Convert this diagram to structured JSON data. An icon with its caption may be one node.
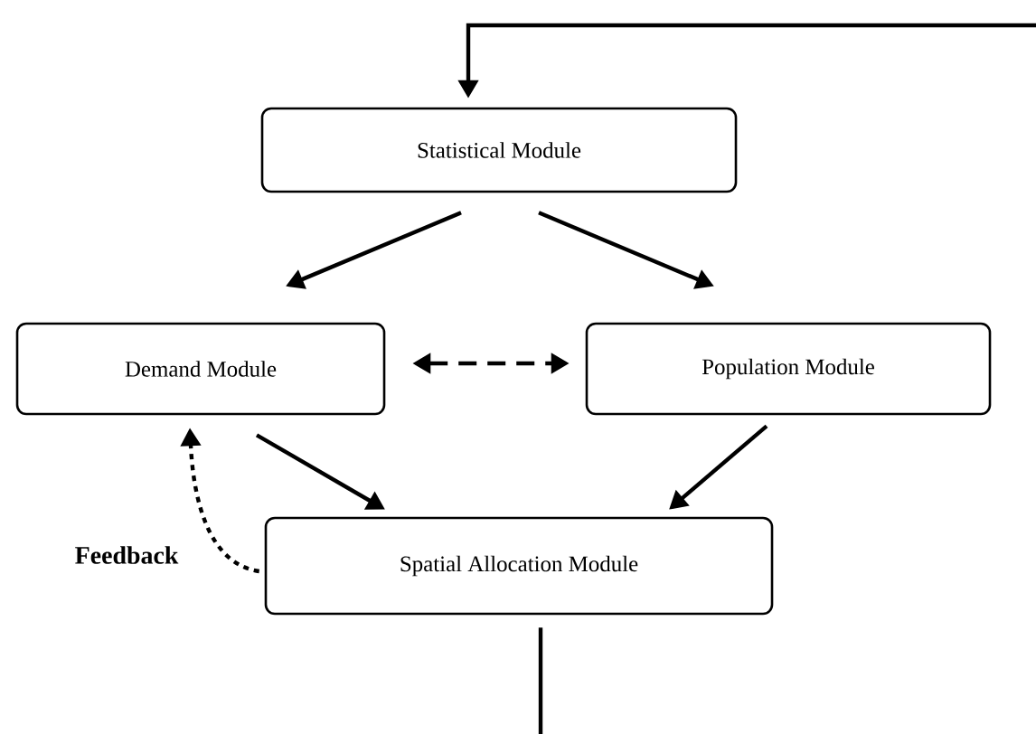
{
  "diagram": {
    "nodes": [
      {
        "text": [
          "Statistical Module"
        ]
      },
      {
        "text": [
          "Demand Module"
        ]
      },
      {
        "text": [
          "Population Module"
        ]
      },
      {
        "text": [
          "Spatial Allocation Module"
        ]
      }
    ],
    "edges": [
      {
        "from": null,
        "to": 0,
        "arrow": "to"
      },
      {
        "from": 0,
        "to": 1,
        "arrow": "to"
      },
      {
        "from": 0,
        "to": 2,
        "arrow": "to"
      },
      {
        "from": 1,
        "to": 2,
        "arrow": "both",
        "style": "dashed"
      },
      {
        "from": 1,
        "to": 3,
        "arrow": "to"
      },
      {
        "from": 2,
        "to": 3,
        "arrow": "to"
      },
      {
        "from": 3,
        "to": 1,
        "arrow": "to",
        "style": "dashed",
        "label": "Feedback"
      },
      {
        "from": 3,
        "to": null,
        "arrow": "none"
      }
    ]
  }
}
